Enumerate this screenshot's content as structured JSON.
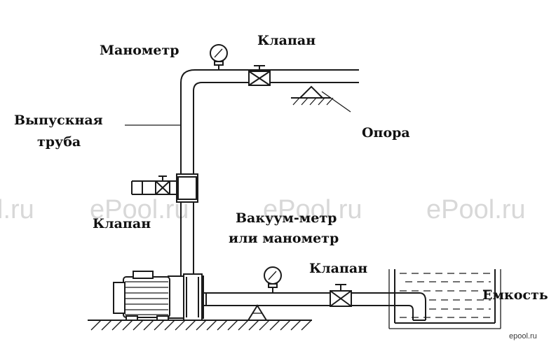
{
  "labels": {
    "manometer": "Манометр",
    "valve_top": "Клапан",
    "outlet_pipe_line1": "Выпускная",
    "outlet_pipe_line2": "труба",
    "support": "Опора",
    "valve_side": "Клапан",
    "vacuum_line1": "Вакуум-метр",
    "vacuum_line2": "или манометр",
    "valve_bottom": "Клапан",
    "tank": "Емкость"
  },
  "watermarks": [
    "l.ru",
    "ePool.ru",
    "ePool.ru",
    "ePool.ru"
  ],
  "site_mark": "epool.ru",
  "colors": {
    "line": "#1a1a1a",
    "watermark": "#d8d8d8",
    "background": "#ffffff"
  }
}
